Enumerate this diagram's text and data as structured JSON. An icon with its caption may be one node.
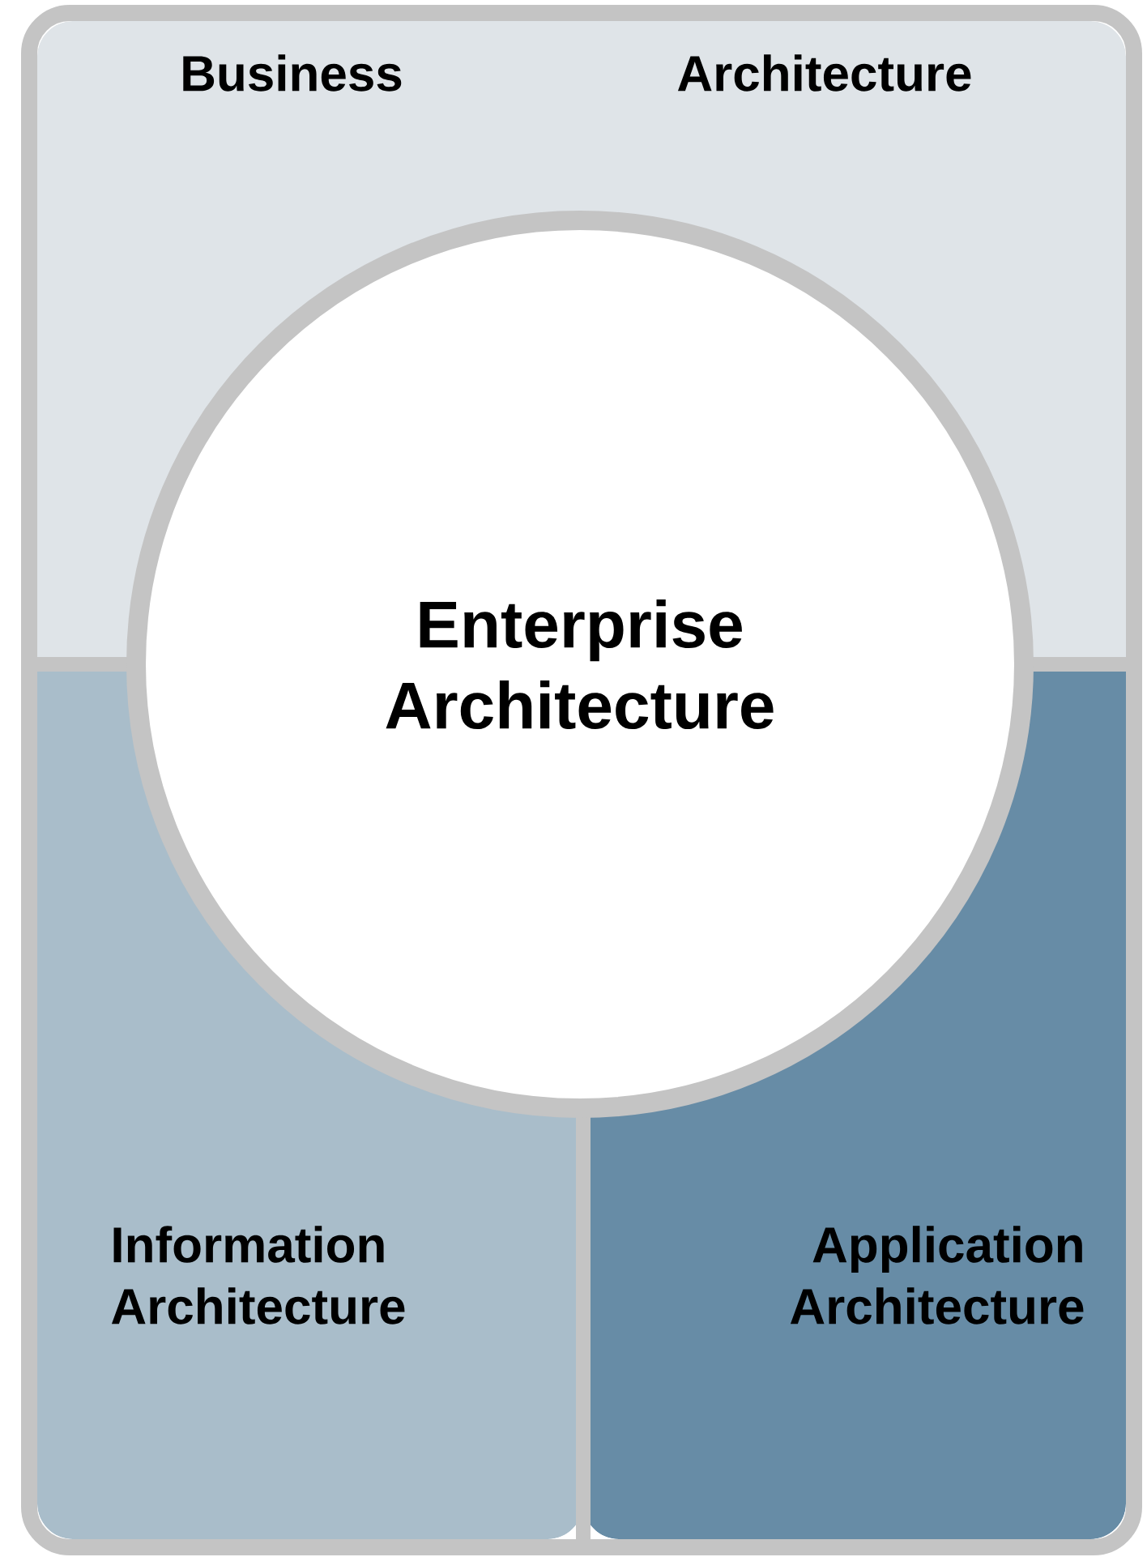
{
  "diagram": {
    "nodes": [
      {
        "text": [
          "Business",
          "Architecture"
        ]
      },
      {
        "text": [
          "Enterprise Architecture"
        ]
      },
      {
        "text": [
          "Information Architecture"
        ]
      },
      {
        "text": [
          "Application Architecture"
        ]
      }
    ]
  }
}
